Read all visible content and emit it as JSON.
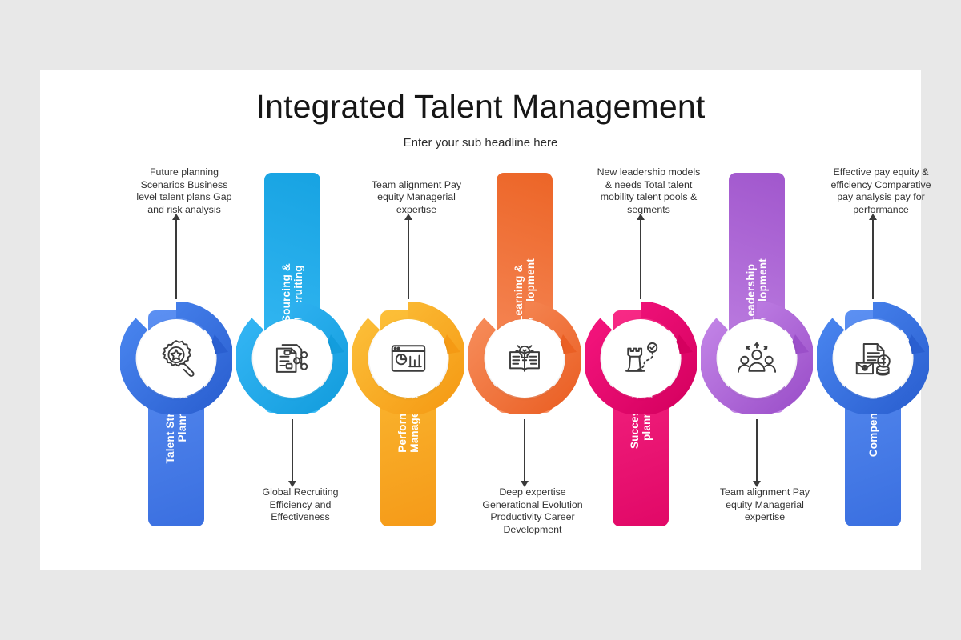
{
  "header": {
    "title": "Integrated Talent Management",
    "subtitle": "Enter your sub headline here"
  },
  "colors": {
    "accent_1": "#2f6fe0",
    "accent_2": "#22a9ee",
    "accent_3": "#f9a826",
    "accent_4": "#f2703a",
    "accent_5": "#ec0f6c",
    "accent_6": "#b06ad4",
    "accent_7": "#3a6fe0",
    "slide_background": "#ffffff",
    "page_background": "#e8e8e8",
    "text": "#333333"
  },
  "steps": [
    {
      "label": "Talent Strategy &\nPlanning",
      "description": "Future planning\nScenarios Business\nlevel talent plans Gap\nand risk analysis",
      "description_position": "top",
      "icon": "gear-star-magnifier-icon",
      "color_start": "#4a86f0",
      "color_end": "#2a5fd0",
      "bar_start": "#5c90f2",
      "bar_end": "#3a6fe0"
    },
    {
      "label": "Sourcing &\nRecruiting",
      "description": "Global Recruiting\nEfficiency and\nEffectiveness",
      "description_position": "bottom",
      "icon": "document-share-icon",
      "color_start": "#35b6f5",
      "color_end": "#139ddd",
      "bar_start": "#3cbdf7",
      "bar_end": "#17a3e2"
    },
    {
      "label": "Performance\nManagement",
      "description": "Team alignment Pay\nequity Managerial\nexpertise",
      "description_position": "top",
      "icon": "chart-report-icon",
      "color_start": "#fcc03a",
      "color_end": "#f59a14",
      "bar_start": "#fcbf38",
      "bar_end": "#f59a18"
    },
    {
      "label": "Learning &\nDevelopment",
      "description": "Deep expertise\nGenerational Evolution\nProductivity Career\nDevelopment",
      "description_position": "bottom",
      "icon": "book-lightbulb-icon",
      "color_start": "#f78e5c",
      "color_end": "#ea5f24",
      "bar_start": "#f89063",
      "bar_end": "#ec6527"
    },
    {
      "label": "Succession\nplanning",
      "description": "New leadership models\n& needs Total talent\nmobility talent pools &\nsegments",
      "description_position": "top",
      "icon": "chess-rook-goal-icon",
      "color_start": "#f5157e",
      "color_end": "#d5005f",
      "bar_start": "#f82a86",
      "bar_end": "#e10867"
    },
    {
      "label": "Leadership\nDevelopment",
      "description": "Team alignment Pay\nequity Managerial\nexpertise",
      "description_position": "bottom",
      "icon": "team-leader-icon",
      "color_start": "#c486e8",
      "color_end": "#9b4fc9",
      "bar_start": "#c488e6",
      "bar_end": "#a157cd"
    },
    {
      "label": "Compensation",
      "description": "Effective pay equity &\nefficiency  Comparative\npay analysis pay for\nperformance",
      "description_position": "top",
      "icon": "payroll-money-icon",
      "color_start": "#4a86f0",
      "color_end": "#2a5fd0",
      "bar_start": "#5c90f2",
      "bar_end": "#3a6fe0"
    }
  ]
}
